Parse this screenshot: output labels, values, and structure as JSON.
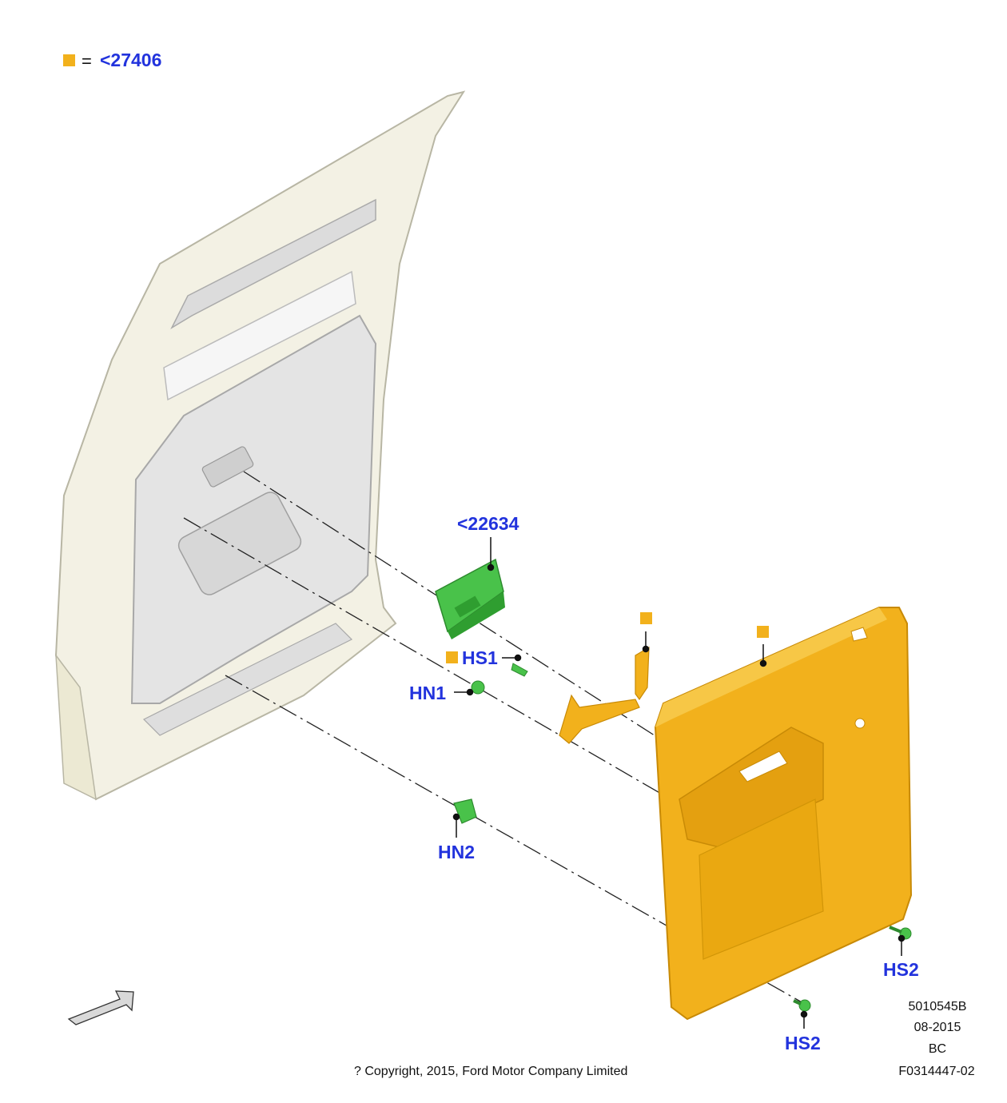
{
  "legend": {
    "equals": "=",
    "ref": "<27406",
    "marker_color": "#f2b11c"
  },
  "callouts": {
    "c22634": "<22634",
    "hs1": "HS1",
    "hn1": "HN1",
    "hn2": "HN2",
    "hs2_right": "HS2",
    "hs2_bottom": "HS2"
  },
  "colors": {
    "callout_text": "#2233dd",
    "highlight_part": "#f2b11c",
    "fastener_part": "#3fbf3f",
    "door_inner": "#e6e6e6"
  },
  "footer": {
    "part_code": "5010545B",
    "date": "08-2015",
    "rev": "BC",
    "copyright": "? Copyright, 2015, Ford Motor Company Limited",
    "figure_id": "F0314447-02"
  },
  "icons": {
    "view_direction": "arrow-icon"
  }
}
